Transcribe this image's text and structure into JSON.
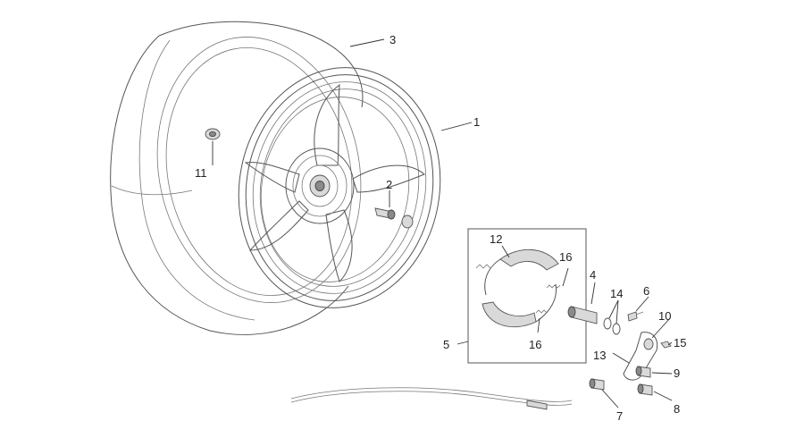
{
  "diagram": {
    "callouts": [
      {
        "id": "c1",
        "label": "1"
      },
      {
        "id": "c2",
        "label": "2"
      },
      {
        "id": "c3",
        "label": "3"
      },
      {
        "id": "c4",
        "label": "4"
      },
      {
        "id": "c5",
        "label": "5"
      },
      {
        "id": "c6",
        "label": "6"
      },
      {
        "id": "c7",
        "label": "7"
      },
      {
        "id": "c8",
        "label": "8"
      },
      {
        "id": "c9",
        "label": "9"
      },
      {
        "id": "c10",
        "label": "10"
      },
      {
        "id": "c11",
        "label": "11"
      },
      {
        "id": "c12",
        "label": "12"
      },
      {
        "id": "c13",
        "label": "13"
      },
      {
        "id": "c14",
        "label": "14"
      },
      {
        "id": "c15",
        "label": "15"
      },
      {
        "id": "c16a",
        "label": "16"
      },
      {
        "id": "c16b",
        "label": "16"
      }
    ]
  }
}
